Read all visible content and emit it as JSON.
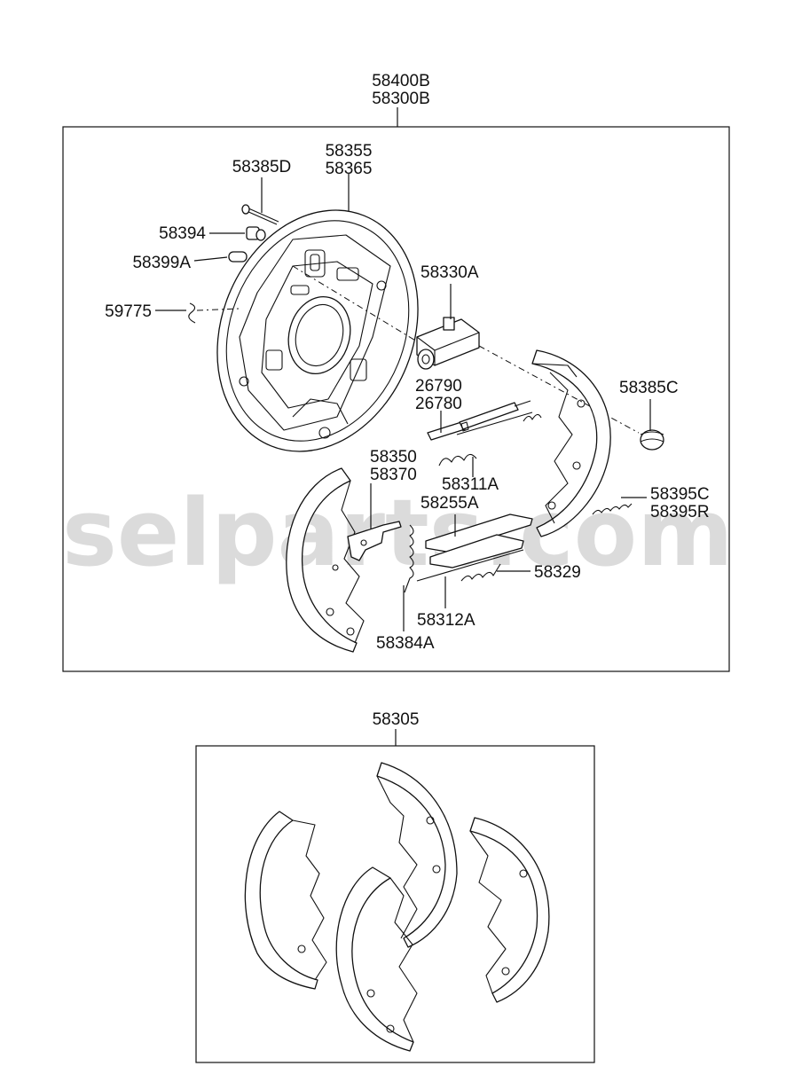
{
  "assembly": {
    "top_labels": [
      "58400B",
      "58300B"
    ],
    "bottom_label": "58305"
  },
  "parts": [
    {
      "id": "p1",
      "lines": [
        "58355",
        "58365"
      ]
    },
    {
      "id": "p2",
      "lines": [
        "58385D"
      ]
    },
    {
      "id": "p3",
      "lines": [
        "58394"
      ]
    },
    {
      "id": "p4",
      "lines": [
        "58399A"
      ]
    },
    {
      "id": "p5",
      "lines": [
        "59775"
      ]
    },
    {
      "id": "p6",
      "lines": [
        "58330A"
      ]
    },
    {
      "id": "p7",
      "lines": [
        "26790",
        "26780"
      ]
    },
    {
      "id": "p8",
      "lines": [
        "58385C"
      ]
    },
    {
      "id": "p9",
      "lines": [
        "58350",
        "58370"
      ]
    },
    {
      "id": "p10",
      "lines": [
        "58311A"
      ]
    },
    {
      "id": "p11",
      "lines": [
        "58255A"
      ]
    },
    {
      "id": "p12",
      "lines": [
        "58395C",
        "58395R"
      ]
    },
    {
      "id": "p13",
      "lines": [
        "58329"
      ]
    },
    {
      "id": "p14",
      "lines": [
        "58312A"
      ]
    },
    {
      "id": "p15",
      "lines": [
        "58384A"
      ]
    }
  ],
  "watermark": "selparts.com"
}
